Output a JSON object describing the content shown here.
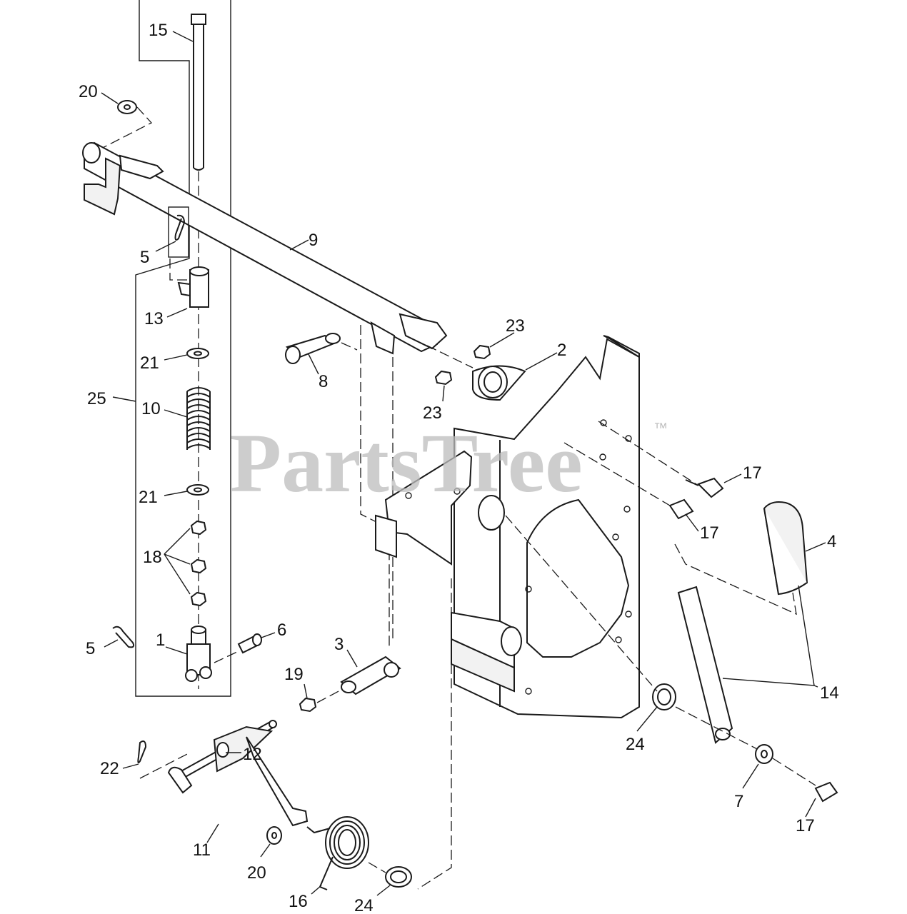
{
  "watermark": {
    "brand": "PartsTree",
    "trademark": "™"
  },
  "callouts": [
    {
      "id": "c15a",
      "label": "15"
    },
    {
      "id": "c20a",
      "label": "20"
    },
    {
      "id": "c5a",
      "label": "5"
    },
    {
      "id": "c9",
      "label": "9"
    },
    {
      "id": "c13",
      "label": "13"
    },
    {
      "id": "c21a",
      "label": "21"
    },
    {
      "id": "c25",
      "label": "25"
    },
    {
      "id": "c10",
      "label": "10"
    },
    {
      "id": "c21b",
      "label": "21"
    },
    {
      "id": "c18",
      "label": "18"
    },
    {
      "id": "c5b",
      "label": "5"
    },
    {
      "id": "c1",
      "label": "1"
    },
    {
      "id": "c6",
      "label": "6"
    },
    {
      "id": "c3",
      "label": "3"
    },
    {
      "id": "c8",
      "label": "8"
    },
    {
      "id": "c23a",
      "label": "23"
    },
    {
      "id": "c2",
      "label": "2"
    },
    {
      "id": "c23b",
      "label": "23"
    },
    {
      "id": "c17a",
      "label": "17"
    },
    {
      "id": "c17b",
      "label": "17"
    },
    {
      "id": "c4",
      "label": "4"
    },
    {
      "id": "c14",
      "label": "14"
    },
    {
      "id": "c19",
      "label": "19"
    },
    {
      "id": "c12",
      "label": "12"
    },
    {
      "id": "c22",
      "label": "22"
    },
    {
      "id": "c11",
      "label": "11"
    },
    {
      "id": "c20b",
      "label": "20"
    },
    {
      "id": "c16",
      "label": "16"
    },
    {
      "id": "c24a",
      "label": "24"
    },
    {
      "id": "c24b",
      "label": "24"
    },
    {
      "id": "c7",
      "label": "7"
    },
    {
      "id": "c17c",
      "label": "17"
    }
  ]
}
